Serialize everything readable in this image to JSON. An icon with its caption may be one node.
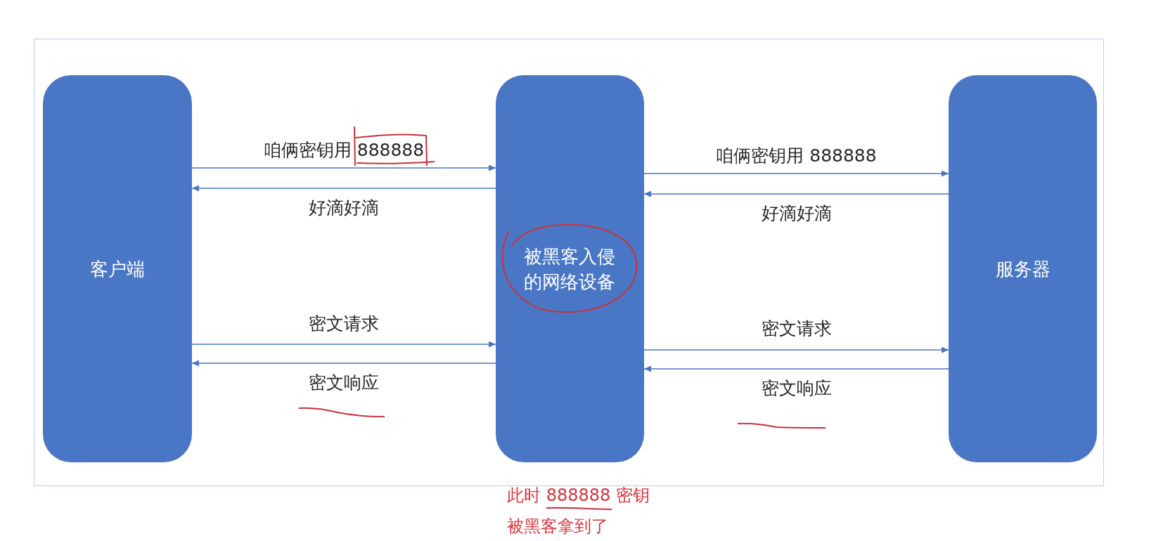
{
  "diagram": {
    "nodes": [
      {
        "text": [
          "客户端"
        ]
      },
      {
        "text": [
          "被黑客入侵的网络设备"
        ]
      },
      {
        "text": [
          "服务器"
        ]
      }
    ],
    "edges": [
      {
        "from": 0,
        "to": 1,
        "arrow": "to",
        "label": "咱俩密钥用 888888"
      },
      {
        "from": 1,
        "to": 0,
        "arrow": "to",
        "label": "好滴好滴"
      },
      {
        "from": 1,
        "to": 2,
        "arrow": "to",
        "label": "咱俩密钥用 888888"
      },
      {
        "from": 2,
        "to": 1,
        "arrow": "to",
        "label": "好滴好滴"
      },
      {
        "from": 0,
        "to": 1,
        "arrow": "to",
        "label": "密文请求"
      },
      {
        "from": 1,
        "to": 0,
        "arrow": "to",
        "label": "密文响应"
      },
      {
        "from": 1,
        "to": 2,
        "arrow": "to",
        "label": "密文请求"
      },
      {
        "from": 2,
        "to": 1,
        "arrow": "to",
        "label": "密文响应"
      }
    ],
    "labels": [
      "此时 888888 密钥",
      "被黑客拿到了"
    ]
  }
}
